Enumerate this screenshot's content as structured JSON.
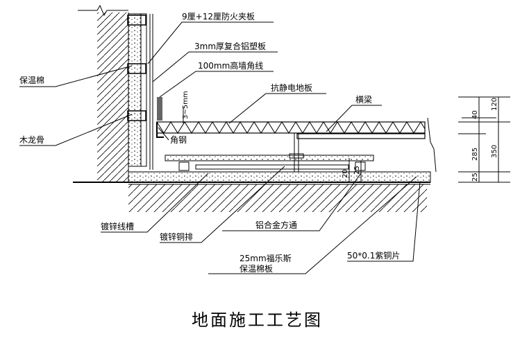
{
  "labels": {
    "fire_board": "9厘+12厘防火夹板",
    "aluminum_board": "3mm厚复合铝塑板",
    "baseboard": "100mm高墙角线",
    "insulation_wool": "保温棉",
    "antistatic_floor": "抗静电地板",
    "crossbeam": "横梁",
    "wood_keel": "木龙骨",
    "angle_steel": "角钢",
    "gap_note": "3~5mm",
    "galvanized_trough": "镀锌线槽",
    "galvanized_copper_bar": "镀锌铜排",
    "aluminum_square_pipe": "铝合金方通",
    "foam_board_line1": "25mm福乐斯",
    "foam_board_line2": "保温棉板",
    "copper_strip": "50*0.1紫铜片"
  },
  "dimensions": {
    "d40": "40",
    "d120": "120",
    "d285": "285",
    "d350": "350",
    "d25_right": "25",
    "d20_mid": "20",
    "d25_mid": "25"
  },
  "caption": "地面施工工艺图"
}
